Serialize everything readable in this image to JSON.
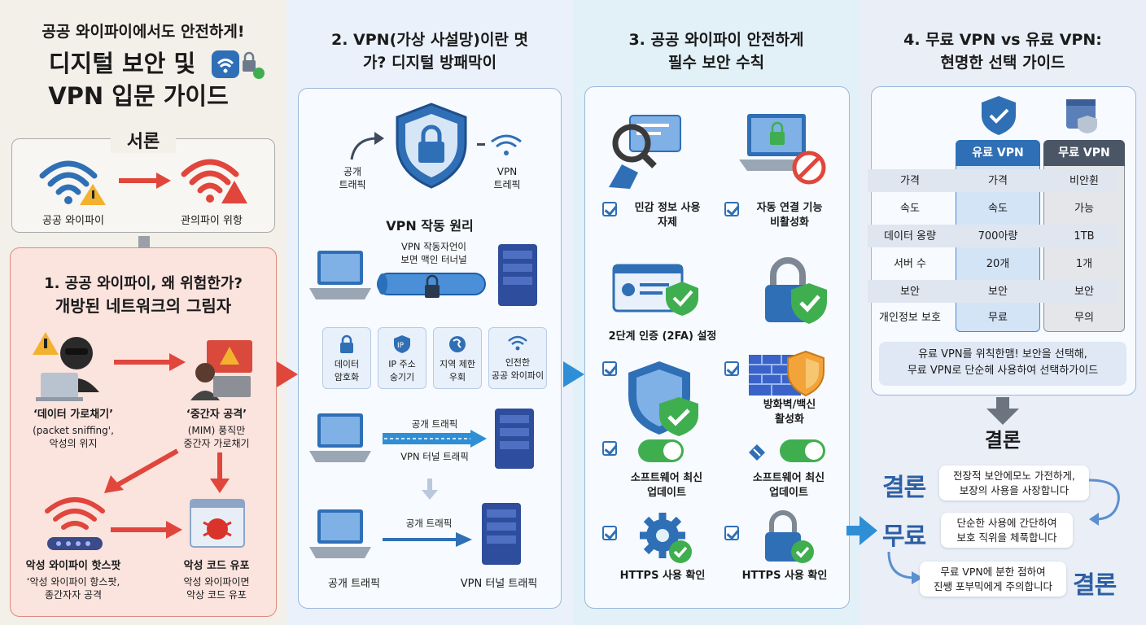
{
  "col1": {
    "title_line1": "공공 와이파이에서도 안전하게!",
    "title_line2": "디지털 보안 및",
    "title_line3": "VPN 입문 가이드",
    "intro_heading": "서론",
    "intro_left_label": "공공 와이파이",
    "intro_right_label": "관의파이 위항",
    "section_title_line1": "1. 공공 와이파이, 왜 위험한가?",
    "section_title_line2": "개방된 네트워크의 그림자",
    "threat1_title": "‘데이터 가로채기’",
    "threat1_desc_line1": "(packet sniffing',",
    "threat1_desc_line2": "악성의 위지",
    "threat2_title": "‘중간자 공격’",
    "threat2_desc_line1": "(MIM) 풍직만",
    "threat2_desc_line2": "중간자 가로채기",
    "threat3_title": "악성 와이파이 핫스팟",
    "threat3_desc_line1": "‘악성 와이파이 항스팟,",
    "threat3_desc_line2": "종간자자 공격",
    "threat4_title": "악성 코드 유포",
    "threat4_desc_line1": "악성 와이파이면",
    "threat4_desc_line2": "악상 코드 유포"
  },
  "col2": {
    "title_line1": "2. VPN(가상 사설망)이란 몃",
    "title_line2": "가? 디지털 방패막이",
    "public_traffic": "공개\n트래픽",
    "vpn_traffic": "VPN\n트레픽",
    "principle_title": "VPN 작동 원리",
    "tunnel_label_line1": "VPN 작동자언이",
    "tunnel_label_line2": "보면 맥인 터너널",
    "features": [
      {
        "label": "데이터\n암호화",
        "icon": "lock-icon"
      },
      {
        "label": "IP 주소\n숭기기",
        "icon": "ip-shield-icon"
      },
      {
        "label": "지역 제한\n우회",
        "icon": "globe-icon"
      },
      {
        "label": "인전한\n공공 와이파이",
        "icon": "wifi-icon"
      }
    ],
    "flow1_top": "공개 트래픽",
    "flow1_bottom": "VPN 터널 트래픽",
    "flow2_top": "공개 트래픽",
    "bottom_left": "공개 트래픽",
    "bottom_right": "VPN 터널 트래픽"
  },
  "col3": {
    "title_line1": "3. 공공 와이파이 안전하게",
    "title_line2": "필수 보안 수칙",
    "rule1_line1": "민감 정보 사용",
    "rule1_line2": "자제",
    "rule2_line1": "자동 연결 기능",
    "rule2_line2": "비활성화",
    "rule3": "2단계 인증 (2FA) 설정",
    "rule4_line1": "방화벽/백신",
    "rule4_line2": "활성화",
    "rule5_line1": "소프트웨어 최신",
    "rule5_line2": "업데이트",
    "rule6_line1": "소프트웨어 최신",
    "rule6_line2": "업데이트",
    "rule7": "HTTPS 사용 확인",
    "rule8": "HTTPS 사용 확인"
  },
  "col4": {
    "title_line1": "4. 무료 VPN vs 유료 VPN:",
    "title_line2": "현명한 선택 가이드",
    "header_paid": "유료 VPN",
    "header_free": "무료 VPN",
    "rows": [
      {
        "label": "가격",
        "paid": "가격",
        "free": "비안휜"
      },
      {
        "label": "속도",
        "paid": "속도",
        "free": "가능"
      },
      {
        "label": "데이터 옹량",
        "paid": "700아량",
        "free": "1TB"
      },
      {
        "label": "서버 수",
        "paid": "20개",
        "free": "1개"
      },
      {
        "label": "보안",
        "paid": "보안",
        "free": "보안"
      },
      {
        "label": "개인정보 보호",
        "paid": "무료",
        "free": "무의"
      }
    ],
    "summary_line1": "유료 VPN를 위칙한맴! 보안을 선택해,",
    "summary_line2": "무료 VPN로 단순헤 사용하여 선택하가이드",
    "conclusion_heading": "결론",
    "concl_word1": "결론",
    "concl_text1_line1": "전장적 보안에모노 가전하게,",
    "concl_text1_line2": "보장의 사용을 사장합니다",
    "concl_word2": "무료",
    "concl_text2_line1": "단순한 사용에 간단하여",
    "concl_text2_line2": "보호 직위을 체푹합니다",
    "concl_word3": "결론",
    "concl_text3_line1": "무료 VPN에 분한 점하여",
    "concl_text3_line2": "진쌩 포부믹에게 주의합니다"
  },
  "colors": {
    "danger": "#e0463c",
    "accent_blue": "#2f6fb6",
    "success": "#3fae4f",
    "warning": "#f2b22e"
  }
}
